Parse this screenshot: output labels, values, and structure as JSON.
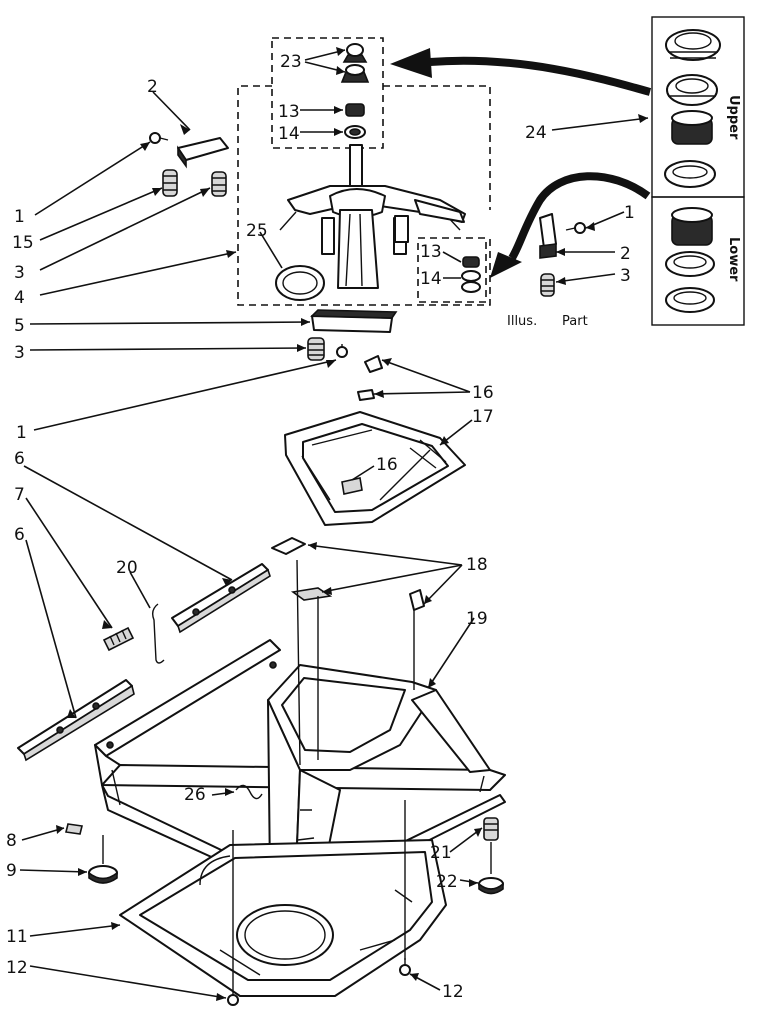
{
  "callouts": {
    "c23": "23",
    "c2_top": "2",
    "c13_top": "13",
    "c14_top": "14",
    "c24": "24",
    "c1_left": "1",
    "c15": "15",
    "c3_left": "3",
    "c25": "25",
    "c4": "4",
    "c1_right": "1",
    "c13_right": "13",
    "c2_right": "2",
    "c14_right": "14",
    "c3_right": "3",
    "c5": "5",
    "c3_mid": "3",
    "c16_a": "16",
    "c1_mid": "1",
    "c17": "17",
    "c16_b": "16",
    "c6_upper": "6",
    "c7": "7",
    "c20": "20",
    "c18": "18",
    "c6_lower": "6",
    "c19": "19",
    "c26": "26",
    "c8": "8",
    "c21": "21",
    "c9": "9",
    "c22": "22",
    "c11": "11",
    "c12_left": "12",
    "c12_right": "12"
  },
  "captions": {
    "illus": "Illus.",
    "part": "Part",
    "upper": "Upper",
    "lower": "Lower"
  }
}
